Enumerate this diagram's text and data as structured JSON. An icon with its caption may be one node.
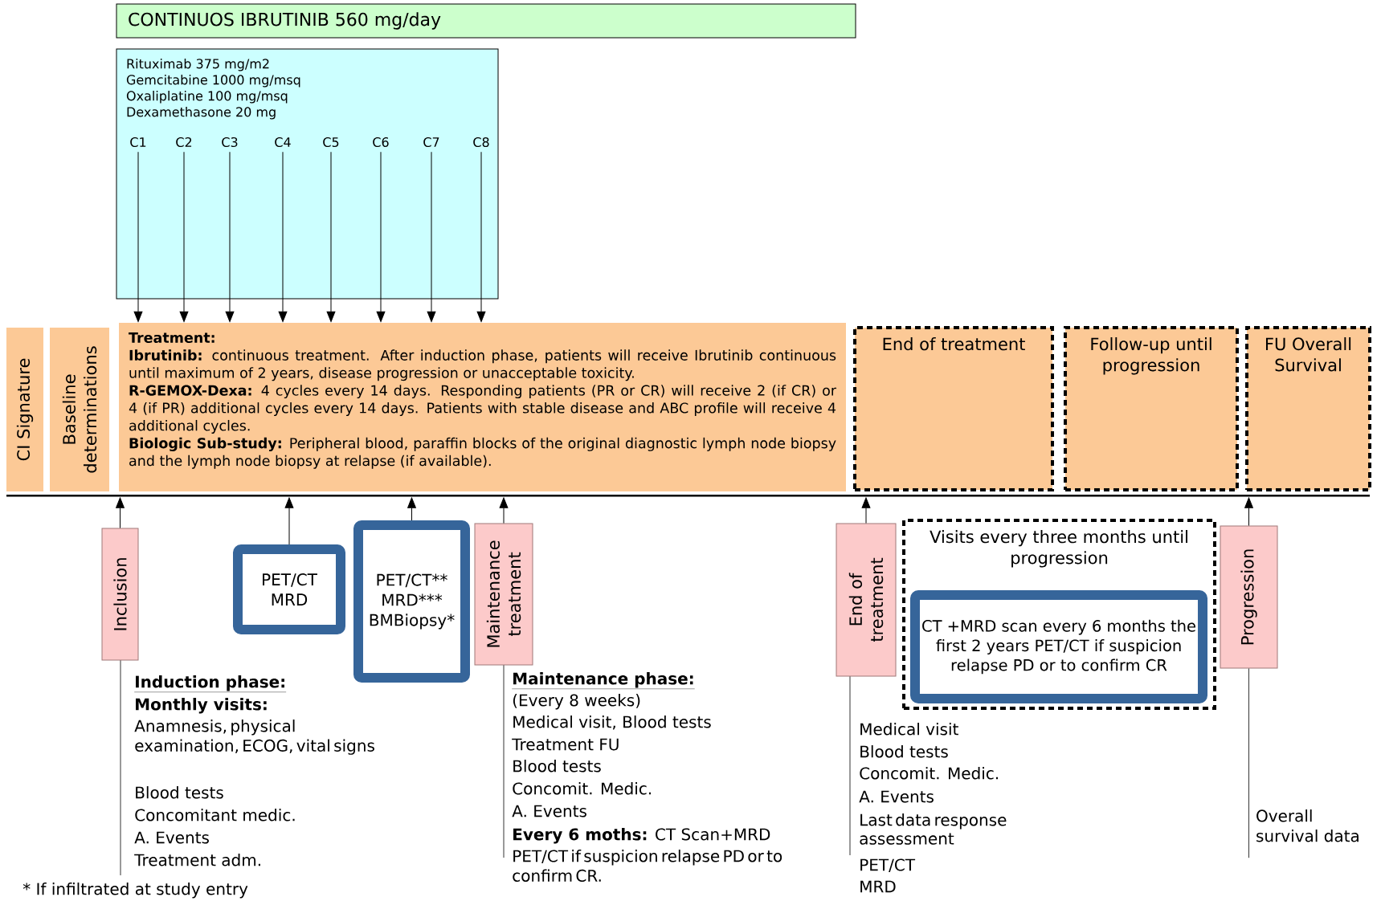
{
  "diagram": {
    "nodes": [
      {
        "text": [
          "CONTINUOS IBRUTINIB 560 mg/day"
        ]
      },
      {
        "text": [
          "Rituximab 375 mg/m2",
          "Gemcitabine 1000 mg/msq",
          "Oxaliplatine 100 mg/msq",
          "Dexamethasone 20 mg"
        ]
      },
      {
        "text": [
          "C1"
        ],
        "in": 1
      },
      {
        "text": [
          "C2"
        ],
        "in": 1
      },
      {
        "text": [
          "C3"
        ],
        "in": 1
      },
      {
        "text": [
          "C4"
        ],
        "in": 1
      },
      {
        "text": [
          "C5"
        ],
        "in": 1
      },
      {
        "text": [
          "C6"
        ],
        "in": 1
      },
      {
        "text": [
          "C7"
        ],
        "in": 1
      },
      {
        "text": [
          "C8"
        ],
        "in": 1
      },
      {
        "text": [
          "CI Signature"
        ]
      },
      {
        "text": [
          "Baseline determinations"
        ]
      },
      {
        "text": [
          "Treatment:",
          "**Ibrutinib:** continuous treatment. After induction phase, patients will receive Ibrutinib continuous until maximum of 2 years, disease progression or unacceptable toxicity.",
          "**R-GEMOX-Dexa:** 4 cycles every 14 days. Responding patients (PR or CR) will receive 2 (if CR) or 4 (if PR) additional cycles every 14 days. Patients with stable disease and ABC profile will receive 4 additional cycles.",
          "**Biologic Sub-study:** Peripheral blood, paraffin blocks of the original diagnostic lymph node biopsy and the lymph node biopsy at relapse (if available)."
        ]
      },
      {
        "text": [
          "End of treatment"
        ]
      },
      {
        "text": [
          "Follow-up until progression"
        ]
      },
      {
        "text": [
          "FU Overall Survival"
        ]
      },
      {
        "text": [
          "Inclusion"
        ],
        "beside": [
          "Induction phase:",
          "Monthly visits:",
          "Anamnesis, physical examination, ECOG, vital signs",
          "Blood tests",
          "Concomitant medic.",
          "A. Events",
          "Treatment adm."
        ]
      },
      {
        "text": [
          "PET/CT MRD"
        ]
      },
      {
        "text": [
          "PET/CT** MRD*** BMBiopsy*"
        ]
      },
      {
        "text": [
          "Maintenance treatment"
        ],
        "beside": [
          "Maintenance phase:",
          "(Every 8 weeks)",
          "Medical visit, Blood tests",
          "Treatment FU",
          "Blood tests",
          "Concomit. Medic.",
          "A. Events",
          "**Every 6 moths:** CT Scan+MRD",
          "PET/CT if suspicion relapse PD or to confirm CR."
        ]
      },
      {
        "text": [
          "End of treatment"
        ],
        "beside": [
          "Medical visit",
          "Blood tests",
          "Concomit. Medic.",
          "A. Events",
          "Last data response assessment",
          "PET/CT",
          "MRD"
        ]
      },
      {
        "text": [
          "Visits every three months until progression"
        ]
      },
      {
        "text": [
          "CT +MRD scan every 6 months the first 2 years PET/CT if suspicion relapse PD or to confirm CR"
        ],
        "in": 21
      },
      {
        "text": [
          "Progression"
        ]
      },
      {
        "text": [],
        "shape": "bar"
      },
      {
        "text": [
          "Overall survival data"
        ]
      }
    ],
    "edges": [
      {
        "from": 2,
        "to": 12,
        "arrow": "to"
      },
      {
        "from": 3,
        "to": 12,
        "arrow": "to"
      },
      {
        "from": 4,
        "to": 12,
        "arrow": "to"
      },
      {
        "from": 5,
        "to": 12,
        "arrow": "to"
      },
      {
        "from": 6,
        "to": 12,
        "arrow": "to"
      },
      {
        "from": 7,
        "to": 12,
        "arrow": "to"
      },
      {
        "from": 8,
        "to": 12,
        "arrow": "to"
      },
      {
        "from": 9,
        "to": 12,
        "arrow": "to"
      },
      {
        "from": 16,
        "to": 24,
        "arrow": "to"
      },
      {
        "from": 17,
        "to": 24,
        "arrow": "to"
      },
      {
        "from": 18,
        "to": 24,
        "arrow": "to"
      },
      {
        "from": 19,
        "to": 24,
        "arrow": "to"
      },
      {
        "from": 20,
        "to": 24,
        "arrow": "to"
      },
      {
        "from": 23,
        "to": 24,
        "arrow": "to"
      },
      {
        "from": 23,
        "to": 25,
        "arrow": "none"
      }
    ],
    "labels": [
      "* If infiltrated at study entry"
    ]
  }
}
